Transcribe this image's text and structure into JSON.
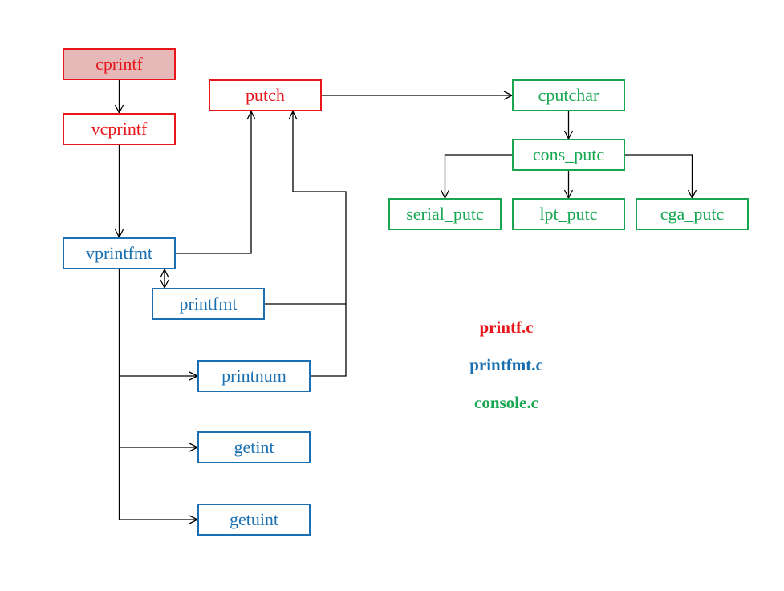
{
  "colors": {
    "red": "#e8161b",
    "red_fill": "#e6b9b8",
    "blue": "#1a6fb0",
    "green": "#17a751",
    "edge": "#000000"
  },
  "nodes": {
    "cprintf": {
      "label": "cprintf",
      "group": "red",
      "highlighted": true
    },
    "vcprintf": {
      "label": "vcprintf",
      "group": "red",
      "highlighted": false
    },
    "putch": {
      "label": "putch",
      "group": "red",
      "highlighted": false
    },
    "vprintfmt": {
      "label": "vprintfmt",
      "group": "blue",
      "highlighted": false
    },
    "printfmt": {
      "label": "printfmt",
      "group": "blue",
      "highlighted": false
    },
    "printnum": {
      "label": "printnum",
      "group": "blue",
      "highlighted": false
    },
    "getint": {
      "label": "getint",
      "group": "blue",
      "highlighted": false
    },
    "getuint": {
      "label": "getuint",
      "group": "blue",
      "highlighted": false
    },
    "cputchar": {
      "label": "cputchar",
      "group": "green",
      "highlighted": false
    },
    "cons_putc": {
      "label": "cons_putc",
      "group": "green",
      "highlighted": false
    },
    "serial_putc": {
      "label": "serial_putc",
      "group": "green",
      "highlighted": false
    },
    "lpt_putc": {
      "label": "lpt_putc",
      "group": "green",
      "highlighted": false
    },
    "cga_putc": {
      "label": "cga_putc",
      "group": "green",
      "highlighted": false
    }
  },
  "edges": [
    {
      "from": "cprintf",
      "to": "vcprintf"
    },
    {
      "from": "vcprintf",
      "to": "vprintfmt"
    },
    {
      "from": "vprintfmt",
      "to": "putch"
    },
    {
      "from": "vprintfmt",
      "to": "printfmt",
      "bidirectional": true
    },
    {
      "from": "printfmt",
      "to": "putch"
    },
    {
      "from": "printnum",
      "to": "putch"
    },
    {
      "from": "vprintfmt",
      "to": "printnum"
    },
    {
      "from": "vprintfmt",
      "to": "getint"
    },
    {
      "from": "vprintfmt",
      "to": "getuint"
    },
    {
      "from": "putch",
      "to": "cputchar"
    },
    {
      "from": "cputchar",
      "to": "cons_putc"
    },
    {
      "from": "cons_putc",
      "to": "serial_putc"
    },
    {
      "from": "cons_putc",
      "to": "lpt_putc"
    },
    {
      "from": "cons_putc",
      "to": "cga_putc"
    }
  ],
  "legend": [
    {
      "label": "printf.c",
      "group": "red"
    },
    {
      "label": "printfmt.c",
      "group": "blue"
    },
    {
      "label": "console.c",
      "group": "green"
    }
  ]
}
